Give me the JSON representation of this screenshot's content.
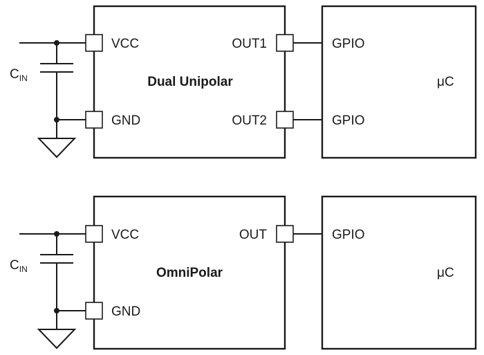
{
  "diagrams": [
    {
      "sensor_title": "Dual Unipolar",
      "sensor_pins_left": [
        "VCC",
        "GND"
      ],
      "sensor_pins_right": [
        "OUT1",
        "OUT2"
      ],
      "mcu_pins": [
        "GPIO",
        "GPIO"
      ],
      "mcu_label": "μC",
      "cap_label": "C",
      "cap_subscript": "IN"
    },
    {
      "sensor_title": "OmniPolar",
      "sensor_pins_left": [
        "VCC",
        "GND"
      ],
      "sensor_pins_right": [
        "OUT"
      ],
      "mcu_pins": [
        "GPIO"
      ],
      "mcu_label": "μC",
      "cap_label": "C",
      "cap_subscript": "IN"
    }
  ]
}
